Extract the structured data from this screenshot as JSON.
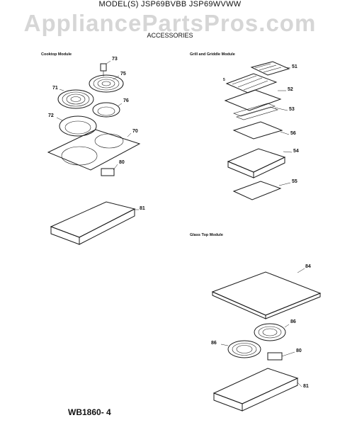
{
  "header": {
    "model_line": "MODEL(S) JSP69BVBB JSP69WVWW",
    "watermark": "AppliancePartsPros.com",
    "section": "ACCESSORIES"
  },
  "modules": {
    "cooktop": "Cooktop Module",
    "grill": "Grill and Griddle Module",
    "glass": "Glass Top Module"
  },
  "parts": {
    "p73": "73",
    "p75": "75",
    "p71": "71",
    "p76": "76",
    "p72": "72",
    "p70": "70",
    "p80a": "80",
    "p81a": "81",
    "p51": "51",
    "p52": "52",
    "p53": "53",
    "p56": "56",
    "p54": "54",
    "p55": "55",
    "p84": "84",
    "p86a": "86",
    "p86b": "86",
    "p80b": "80",
    "p81b": "81",
    "p5": "5"
  },
  "footer": {
    "code": "WB1860- 4"
  }
}
